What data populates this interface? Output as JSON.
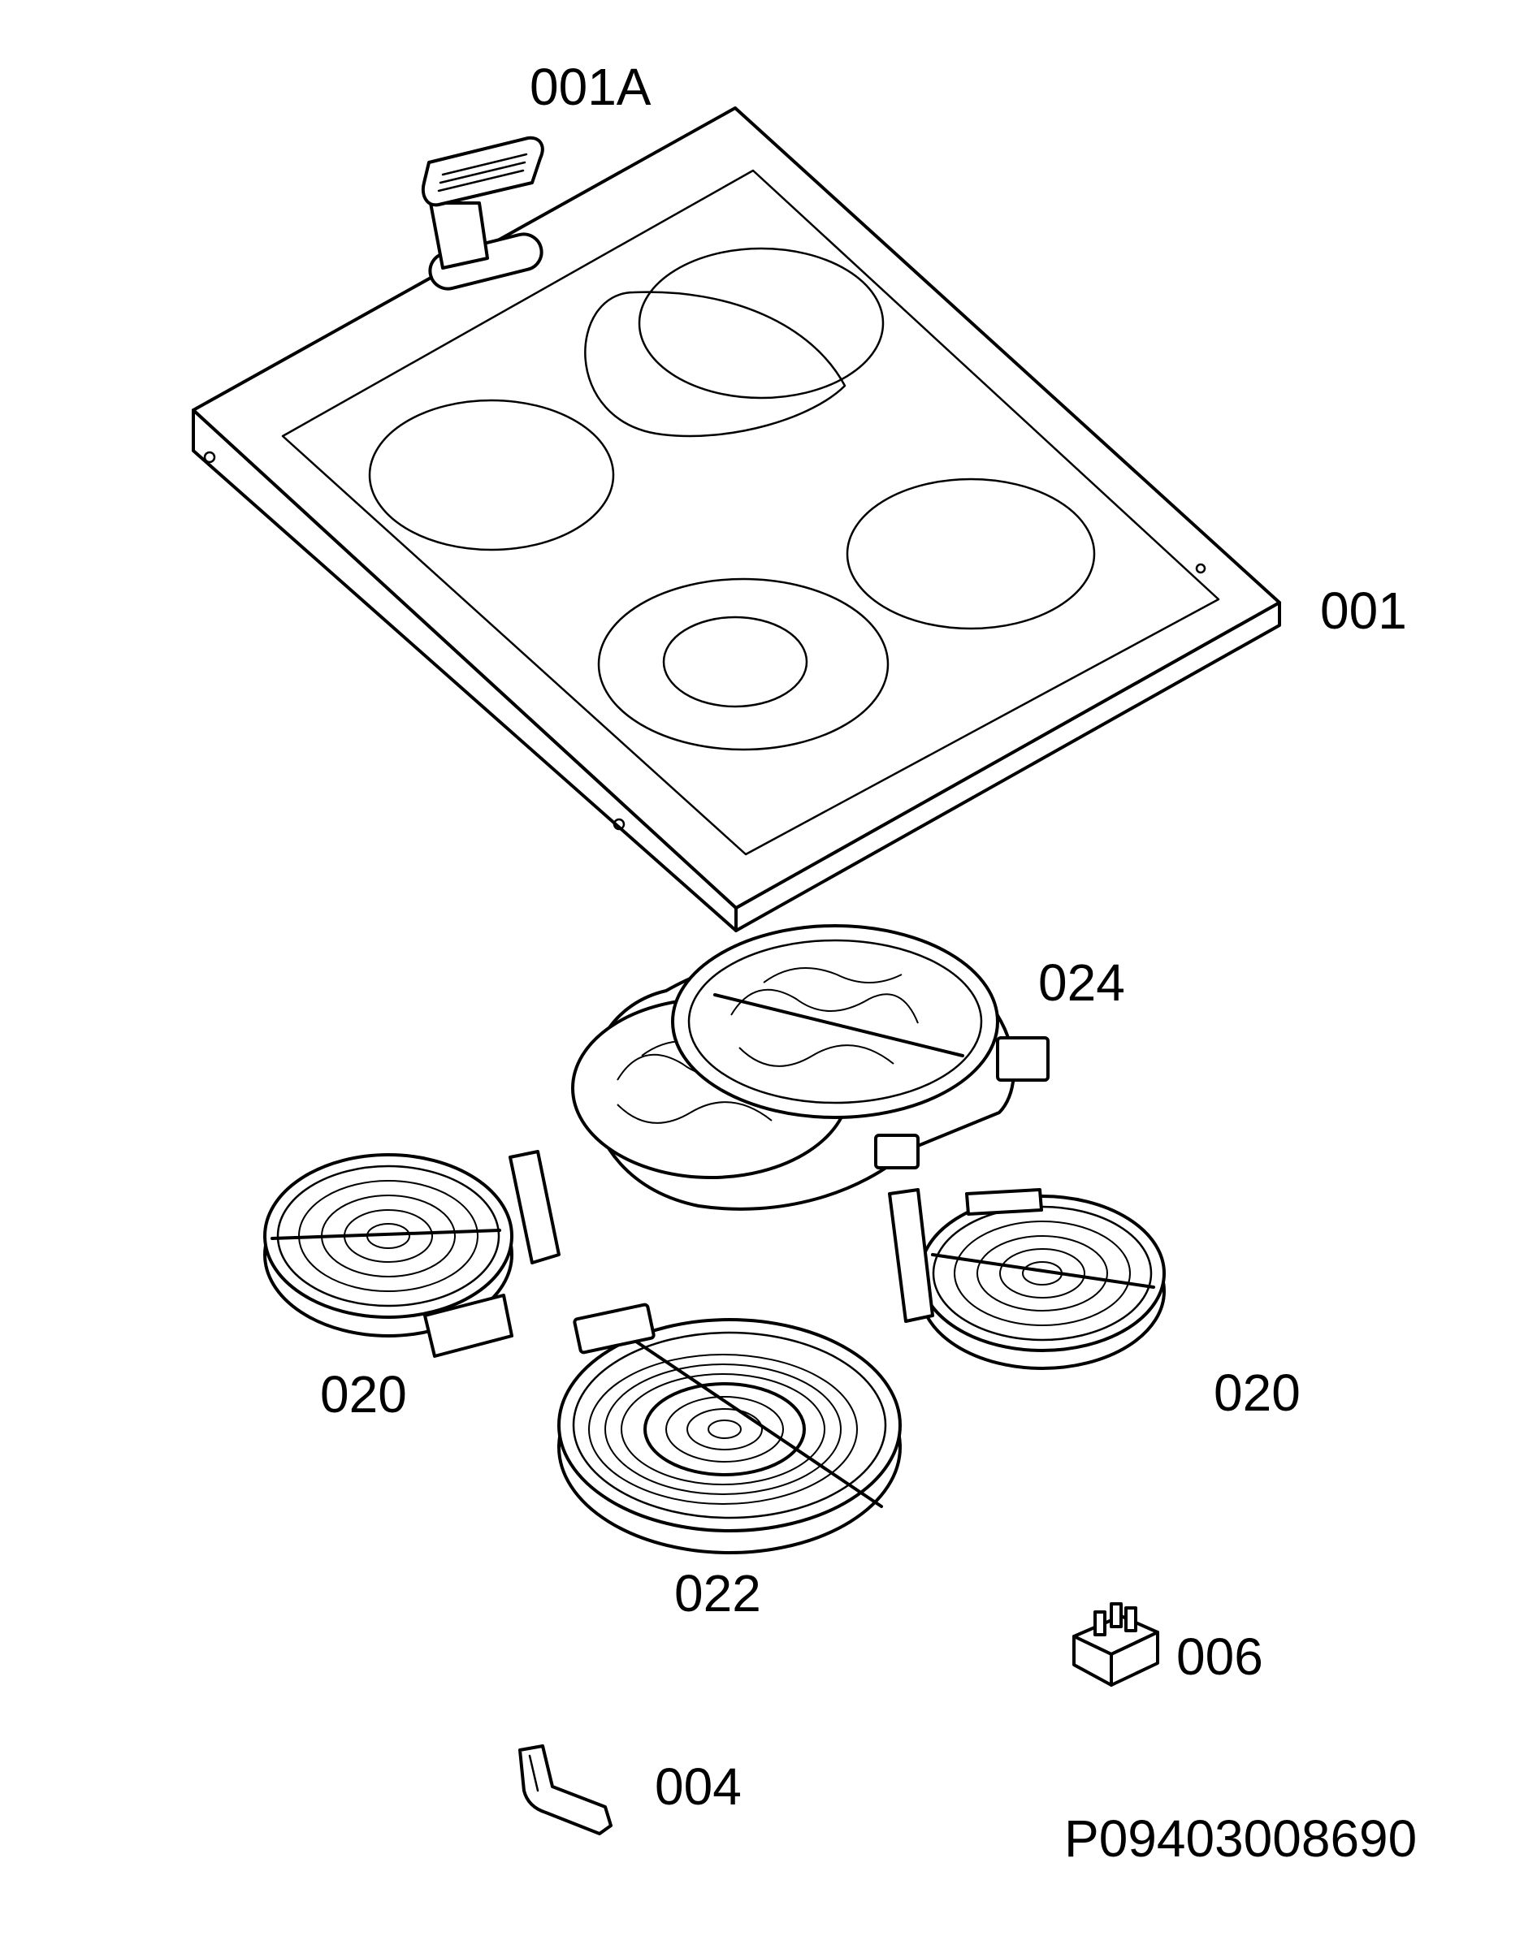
{
  "labels": {
    "part_001A": "001A",
    "part_001": "001",
    "part_024": "024",
    "part_020_left": "020",
    "part_020_right": "020",
    "part_022": "022",
    "part_006": "006",
    "part_004": "004",
    "drawing_number": "P09403008690"
  },
  "colors": {
    "line": "#000000",
    "background": "#ffffff"
  }
}
